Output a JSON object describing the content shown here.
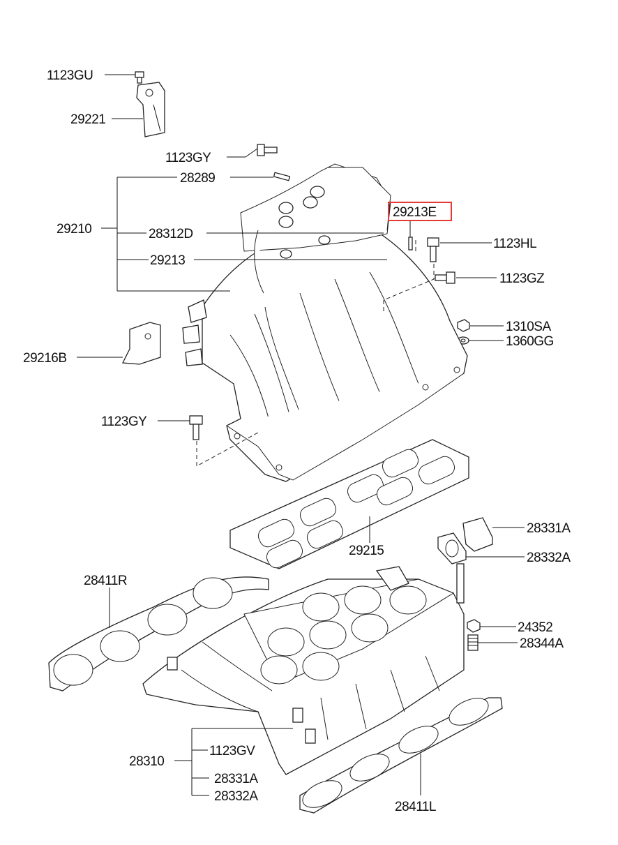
{
  "diagram": {
    "highlight_color": "#e53935",
    "labels": {
      "p1123GU": "1123GU",
      "p29221": "29221",
      "p1123GY_top": "1123GY",
      "p28289": "28289",
      "p29210": "29210",
      "p28312D": "28312D",
      "p29213E": "29213E",
      "p1123HL": "1123HL",
      "p29213": "29213",
      "p1123GZ": "1123GZ",
      "p1310SA": "1310SA",
      "p1360GG": "1360GG",
      "p29216B": "29216B",
      "p1123GY_mid": "1123GY",
      "p28331A_right": "28331A",
      "p28332A_right": "28332A",
      "p29215": "29215",
      "p28411R": "28411R",
      "p24352": "24352",
      "p28344A": "28344A",
      "p28310": "28310",
      "p1123GV": "1123GV",
      "p28331A_bottom": "28331A",
      "p28332A_bottom": "28332A",
      "p28411L": "28411L"
    }
  }
}
